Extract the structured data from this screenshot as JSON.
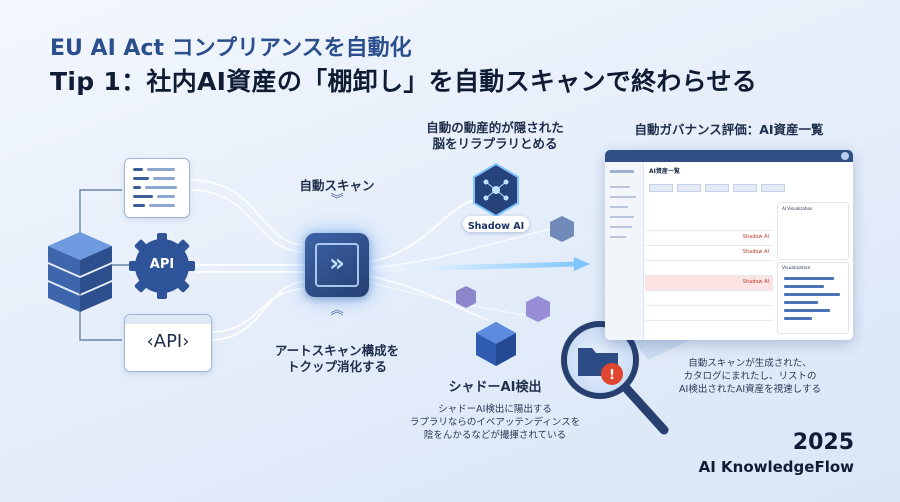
{
  "header": {
    "subtitle": "EU AI Act コンプリアンスを自動化",
    "title": "Tip 1：社内AI資産の「棚卸し」を自動スキャンで終わらせる"
  },
  "sources": {
    "api_gear_label": "API",
    "api_window_label": "‹API›"
  },
  "scan": {
    "label": "自動スキャン",
    "bottom_label_line1": "アートスキャン構成を",
    "bottom_label_line2": "トクップ消化する"
  },
  "shadow_top": {
    "label_line1": "自動の動産的が隠された",
    "label_line2": "脳をリラプラリとめる",
    "badge": "Shadow AI"
  },
  "shadow_detect": {
    "label": "シャドーAI検出",
    "note_line1": "シャドーAI検出に陽出する",
    "note_line2": "ラプラリならのイベアッテンディンスを",
    "note_line3": "陰をんかるなどが撮揮されている"
  },
  "dashboard": {
    "label": "自動ガバナンス評価：AI資産一覧",
    "inner_title": "AI資産一覧",
    "graph_title": "AI Visualization",
    "viz_title": "Visualization",
    "warn_text": "Shadow AI"
  },
  "right_note": {
    "line1": "自動スキャンが生成された、",
    "line2": "カタログにまれたし、リストの",
    "line3": "AI検出されたAI資産を視速しする"
  },
  "footer": {
    "year": "2025",
    "brand": "AI KnowledgeFlow"
  },
  "colors": {
    "accent": "#2b4f8c",
    "dark_blue": "#253f72",
    "glow": "#7ec4ff",
    "alert": "#e0452f"
  }
}
